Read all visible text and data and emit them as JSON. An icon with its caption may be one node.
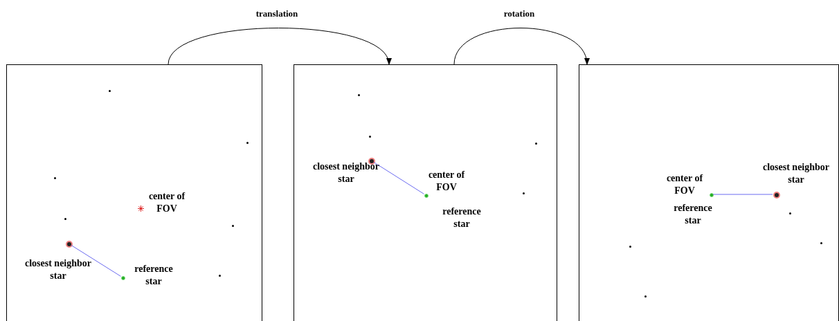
{
  "diagram": {
    "nodes": [
      {
        "text": [],
        "shape": "box"
      },
      {
        "text": [],
        "shape": "box"
      },
      {
        "text": [],
        "shape": "box"
      },
      {
        "text": [],
        "shape": "circle",
        "in": 0,
        "beside": [
          "closest neighbor star"
        ]
      },
      {
        "text": [],
        "shape": "circle",
        "in": 0,
        "beside": [
          "reference star"
        ]
      },
      {
        "text": [],
        "shape": "circle",
        "in": 1,
        "beside": [
          "closest neighbor star"
        ]
      },
      {
        "text": [],
        "shape": "circle",
        "in": 1,
        "beside": [
          "center of FOV",
          "reference star"
        ]
      },
      {
        "text": [],
        "shape": "circle",
        "in": 2,
        "beside": [
          "center of FOV",
          "reference star"
        ]
      },
      {
        "text": [],
        "shape": "circle",
        "in": 2,
        "beside": [
          "closest neighbor star"
        ]
      }
    ],
    "edges": [
      {
        "from": 0,
        "to": 1,
        "arrow": "to",
        "label": "translation",
        "color": "#000000"
      },
      {
        "from": 1,
        "to": 2,
        "arrow": "to",
        "label": "rotation",
        "color": "#000000"
      },
      {
        "from": 3,
        "to": 4,
        "arrow": "none",
        "color": "#6b6bf0"
      },
      {
        "from": 5,
        "to": 6,
        "arrow": "none",
        "color": "#6b6bf0"
      },
      {
        "from": 7,
        "to": 8,
        "arrow": "none",
        "color": "#6b6bf0"
      }
    ],
    "labels": [
      "center of FOV"
    ]
  }
}
